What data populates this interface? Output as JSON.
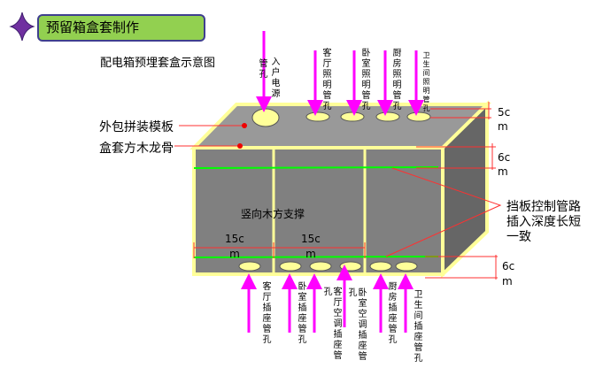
{
  "header": {
    "title": "预留箱盒套制作"
  },
  "diagram": {
    "title": "配电箱预埋套盒示意图",
    "left_labels": [
      "外包拼装模板",
      "盒套方木龙骨"
    ],
    "center_label": "竖向木方支撑",
    "right_label": [
      "挡板控制管路",
      "插入深度长短",
      "一致"
    ],
    "top_pipes": [
      "入户电源",
      "管孔",
      "客厅照明管孔",
      "卧室照明管孔",
      "厨房照明管孔",
      "卫生间照明管孔"
    ],
    "bottom_pipes": [
      "客厅插座管孔",
      "卧室插座管孔",
      "客厅空调插座管孔",
      "卧室空调插座管孔",
      "厨房插座管孔",
      "卫生间插座管孔"
    ],
    "dims": {
      "top": [
        "5c",
        "m"
      ],
      "mid": [
        "6c",
        "m"
      ],
      "bottom": [
        "6c",
        "m"
      ],
      "width1": [
        "15c",
        "m"
      ],
      "width2": [
        "15c",
        "m"
      ]
    }
  },
  "colors": {
    "arrow": "#ff00ff",
    "frame": "#ffff99",
    "header": "#92d050",
    "diamond": "#7030a0"
  }
}
